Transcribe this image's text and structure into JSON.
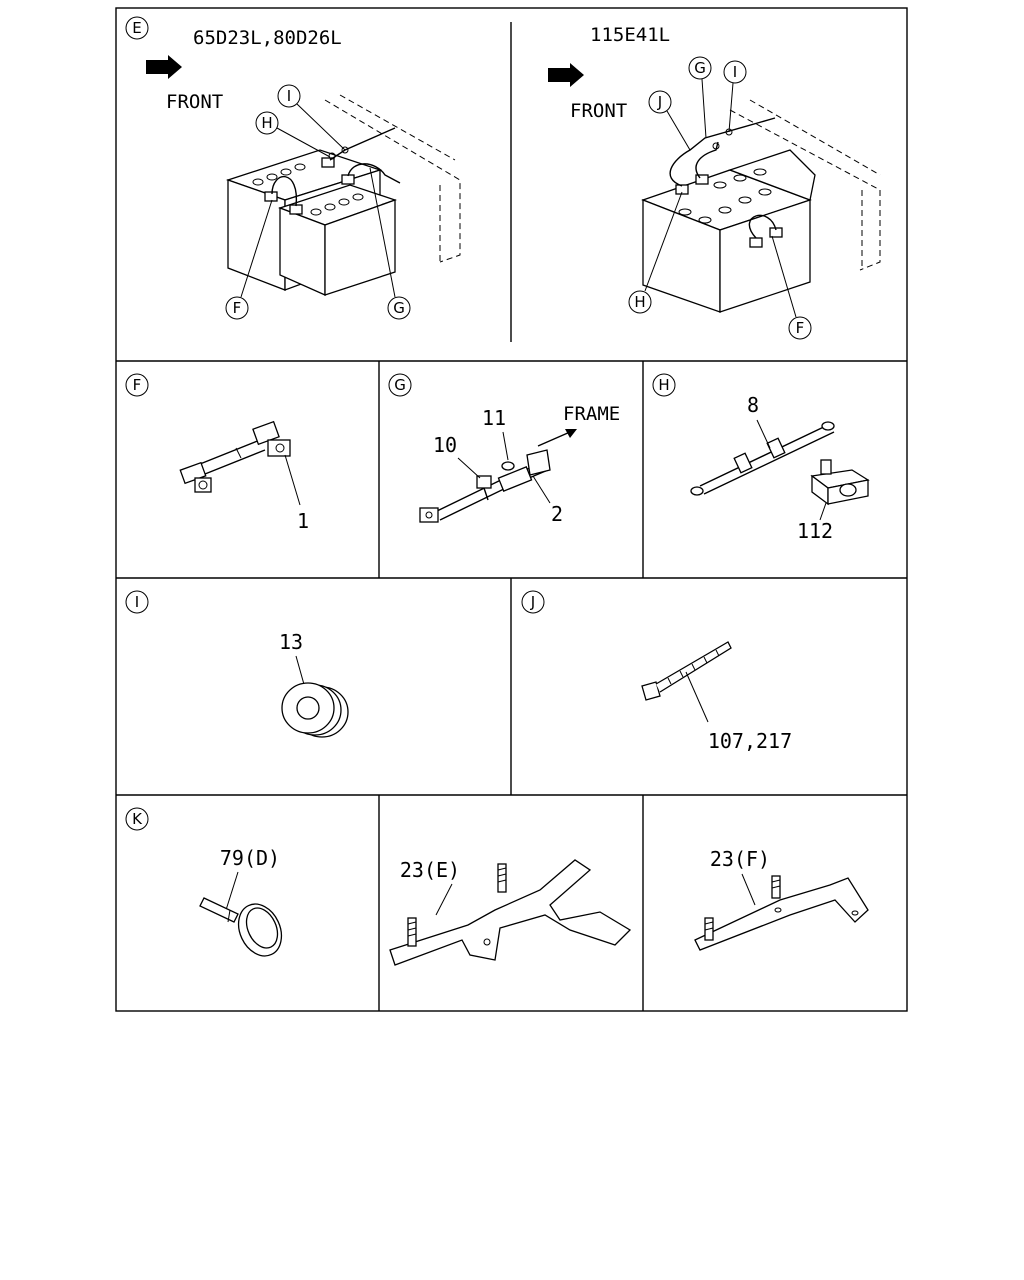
{
  "panels": {
    "E": {
      "marker": "E",
      "left_title": "65D23L,80D26L",
      "right_title": "115E41L",
      "front_label": "FRONT",
      "left_callouts": {
        "I": "I",
        "H": "H",
        "F": "F",
        "G": "G"
      },
      "right_callouts": {
        "G": "G",
        "I": "I",
        "J": "J",
        "H": "H",
        "F": "F"
      }
    },
    "F": {
      "marker": "F",
      "parts": [
        "1"
      ]
    },
    "G": {
      "marker": "G",
      "parts": [
        "10",
        "11",
        "2"
      ],
      "frame_label": "FRAME"
    },
    "H": {
      "marker": "H",
      "parts": [
        "8",
        "112"
      ]
    },
    "I": {
      "marker": "I",
      "parts": [
        "13"
      ]
    },
    "J": {
      "marker": "J",
      "parts": [
        "107,217"
      ]
    },
    "K": {
      "marker": "K",
      "parts": [
        "79(D)"
      ]
    },
    "bracket_e": {
      "parts": [
        "23(E)"
      ]
    },
    "bracket_f": {
      "parts": [
        "23(F)"
      ]
    }
  }
}
